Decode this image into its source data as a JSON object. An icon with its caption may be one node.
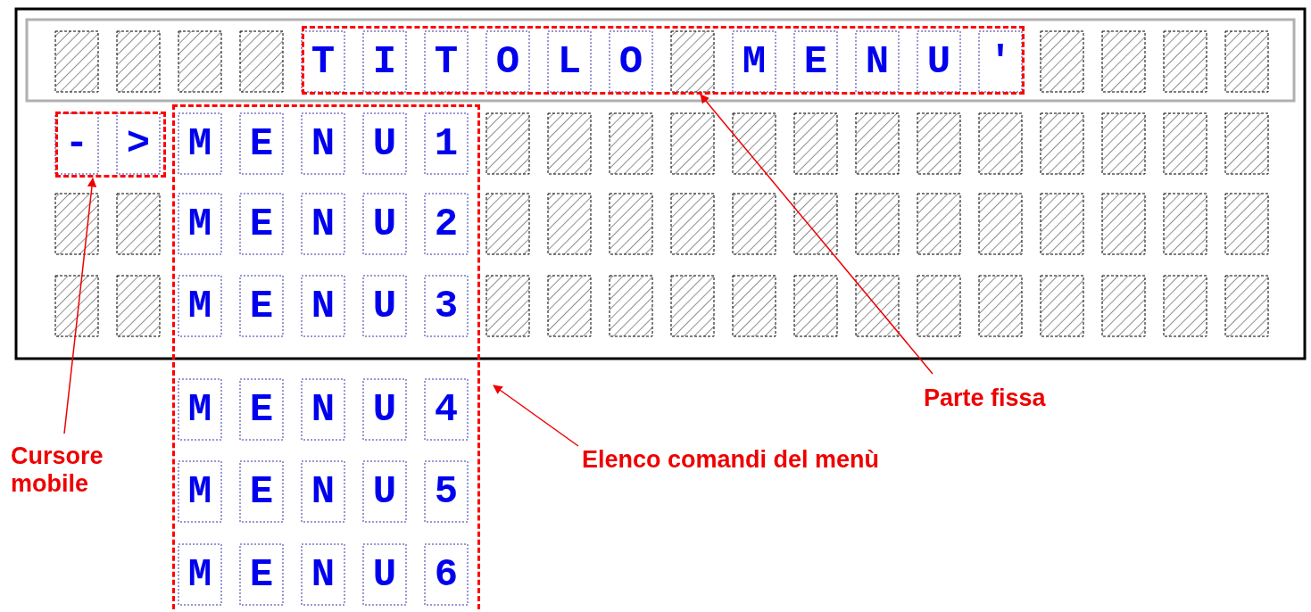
{
  "diagram": {
    "nodes": [
      {
        "text": [
          "TITOLO MENU'"
        ]
      },
      {
        "text": [
          "->"
        ]
      },
      {
        "text": [
          "MENU1",
          "MENU2",
          "MENU3",
          "MENU4",
          "MENU5",
          "MENU6"
        ]
      },
      {
        "text": [
          "Cursore mobile"
        ]
      },
      {
        "text": [
          "Elenco comandi del menù"
        ]
      },
      {
        "text": [
          "Parte fissa"
        ]
      }
    ],
    "edges": [
      {
        "from": 3,
        "to": 1,
        "arrow": "to"
      },
      {
        "from": 4,
        "to": 2,
        "arrow": "to"
      },
      {
        "from": 5,
        "to": 0,
        "arrow": "to"
      }
    ]
  }
}
